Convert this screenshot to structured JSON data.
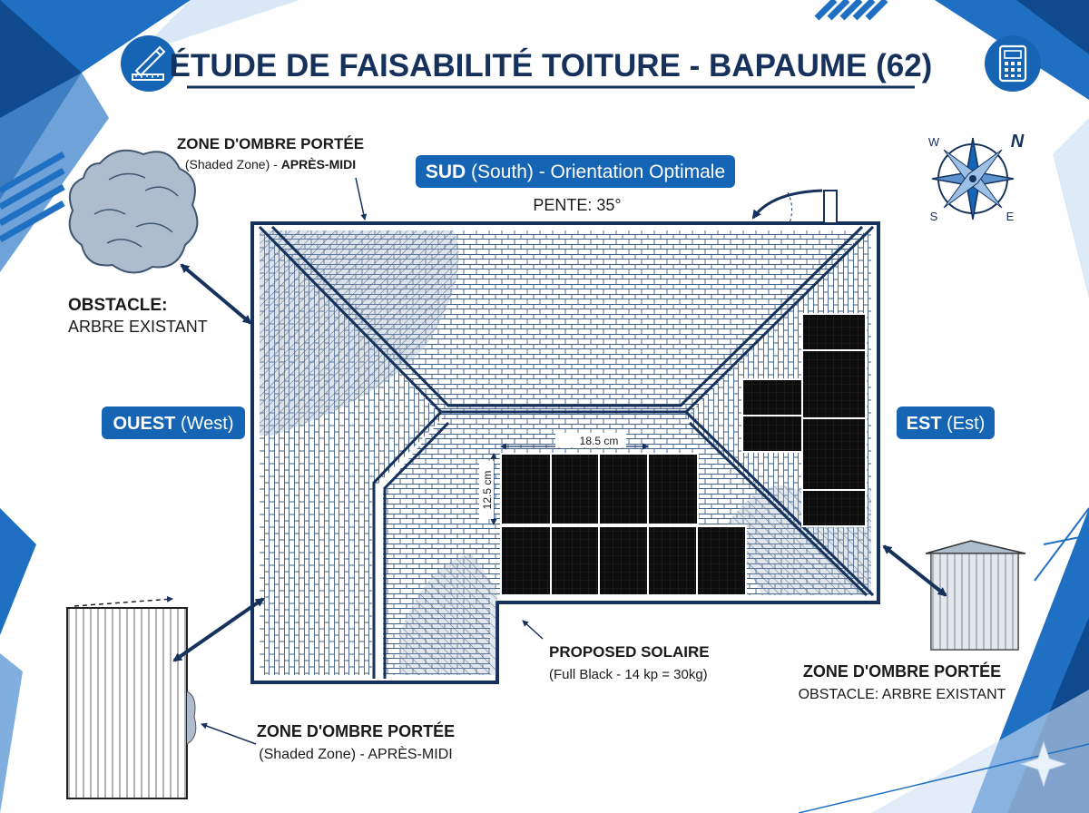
{
  "title": "ÉTUDE DE FAISABILITÉ TOITURE - BAPAUME (62)",
  "header_icons": {
    "left": "drafting-ruler-pencil-icon",
    "right": "calculator-icon"
  },
  "compass": {
    "north": "N",
    "west": "W",
    "south": "S",
    "east": "E"
  },
  "south_label": {
    "bold": "SUD",
    "rest": " (South) - Orientation Optimale"
  },
  "slope": "PENTE: 35°",
  "west_label": {
    "bold": "OUEST",
    "rest": " (West)"
  },
  "east_label": {
    "bold": "EST",
    "rest": " (Est)"
  },
  "shade_top": {
    "line1": "ZONE D'OMBRE PORTÉE",
    "line2_prefix": "(Shaded Zone) - ",
    "line2_bold": "APRÈS-MIDI"
  },
  "obstacle_tree": {
    "line1": "OBSTACLE:",
    "line2": "ARBRE EXISTANT"
  },
  "shade_bottom_left": {
    "line1": "ZONE D'OMBRE PORTÉE",
    "line2": "(Shaded Zone) - APRÈS-MIDI"
  },
  "shade_right": {
    "line1": "ZONE D'OMBRE PORTÉE",
    "line2": "OBSTACLE: ARBRE EXISTANT"
  },
  "proposed_solar": {
    "line1": "PROPOSED SOLAIRE",
    "line2": "(Full Black - 14 kp = 30kg)"
  },
  "dimensions": {
    "width": "18.5 cm",
    "height": "12.5 cm"
  },
  "colors": {
    "brand_blue": "#1565b4",
    "dark_blue": "#16325c",
    "panel_black": "#0d0d0d",
    "shadow_grey": "#9fb0c3"
  }
}
